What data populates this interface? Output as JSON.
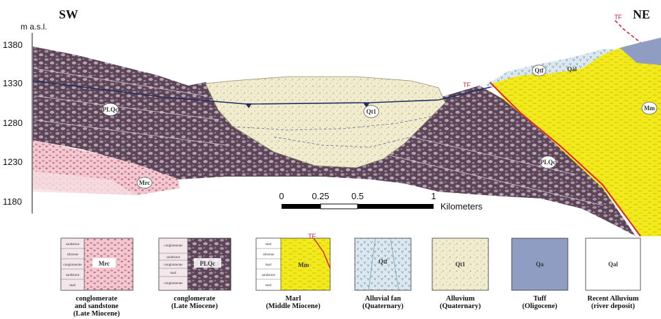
{
  "orientation": {
    "left": "SW",
    "right": "NE"
  },
  "y_axis": {
    "label": "m  a.s.l.",
    "ticks": [
      "1380",
      "1330",
      "1280",
      "1230",
      "1180"
    ]
  },
  "section_labels": {
    "plqc_left": "PLQc",
    "plqc_right": "PLQc",
    "mrc": "Mrc",
    "qt1": "Qt1",
    "qtf": "Qtf",
    "qal": "Qal",
    "mm": "Mm",
    "fault_a": "TF",
    "fault_b": "TF"
  },
  "scale_bar": {
    "ticks": [
      "0",
      "0.25",
      "0.5",
      "1"
    ],
    "unit": "Kilometers"
  },
  "legend": [
    {
      "code": "Mrc",
      "caption": [
        "conglomerate",
        "and sandstone",
        "(Late Miocene)"
      ],
      "layers": [
        "sandstone",
        "siltstone",
        "conglomerate",
        "sandstone",
        "marl"
      ]
    },
    {
      "code": "PLQc",
      "caption": [
        "conglomerate",
        "(Late Miocene)"
      ],
      "layers": [
        "conglomerate",
        "sandstone",
        "conglomerate",
        "marl",
        "conglomerate"
      ]
    },
    {
      "code": "Mm",
      "caption": [
        "Marl",
        "(Middle Miocene)"
      ],
      "layers": [
        "marl",
        "siltstone",
        "marl",
        "sandstone",
        "marl"
      ],
      "fault": "TF"
    },
    {
      "code": "Qtf",
      "caption": [
        "Alluvial fan",
        "(Quaternary)"
      ]
    },
    {
      "code": "Qt1",
      "caption": [
        "Alluvium",
        "(Quaternary)"
      ]
    },
    {
      "code": "Qa",
      "caption": [
        "Tuff",
        "(Oligocene)"
      ]
    },
    {
      "code": "Qal",
      "caption": [
        "Recent Alluvium",
        "(river deposit)"
      ]
    }
  ],
  "colors": {
    "conglomerate": "#5e4457",
    "marl_yellow": "#f2ea1a",
    "alluvium": "#f1ecd0",
    "alluvial_fan": "#dbe8ef",
    "tuff": "#8f9dc2",
    "fault": "#e0203a"
  }
}
